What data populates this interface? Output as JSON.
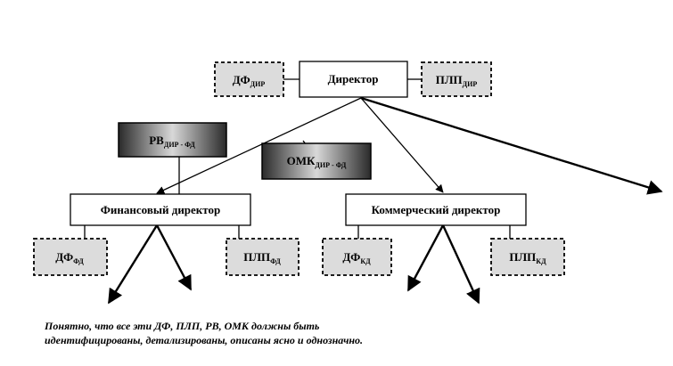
{
  "nodes": {
    "director": "Директор",
    "fin_director": "Финансовый директор",
    "com_director": "Коммерческий директор"
  },
  "boxes": {
    "df_dir": {
      "main": "ДФ",
      "sub": "ДИР"
    },
    "plp_dir": {
      "main": "ПЛП",
      "sub": "ДИР"
    },
    "rv_dir_fd": {
      "main": "РВ",
      "sub": "ДИР - ФД"
    },
    "omk_dir_fd": {
      "main": "ОМК",
      "sub": "ДИР - ФД"
    },
    "df_fd": {
      "main": "ДФ",
      "sub": "ФД"
    },
    "plp_fd": {
      "main": "ПЛП",
      "sub": "ФД"
    },
    "df_kd": {
      "main": "ДФ",
      "sub": "КД"
    },
    "plp_kd": {
      "main": "ПЛП",
      "sub": "КД"
    }
  },
  "caption": {
    "line1": "Понятно, что все эти ДФ, ПЛП, РВ, ОМК должны быть",
    "line2": "идентифицированы, детализированы, описаны ясно и однозначно."
  }
}
